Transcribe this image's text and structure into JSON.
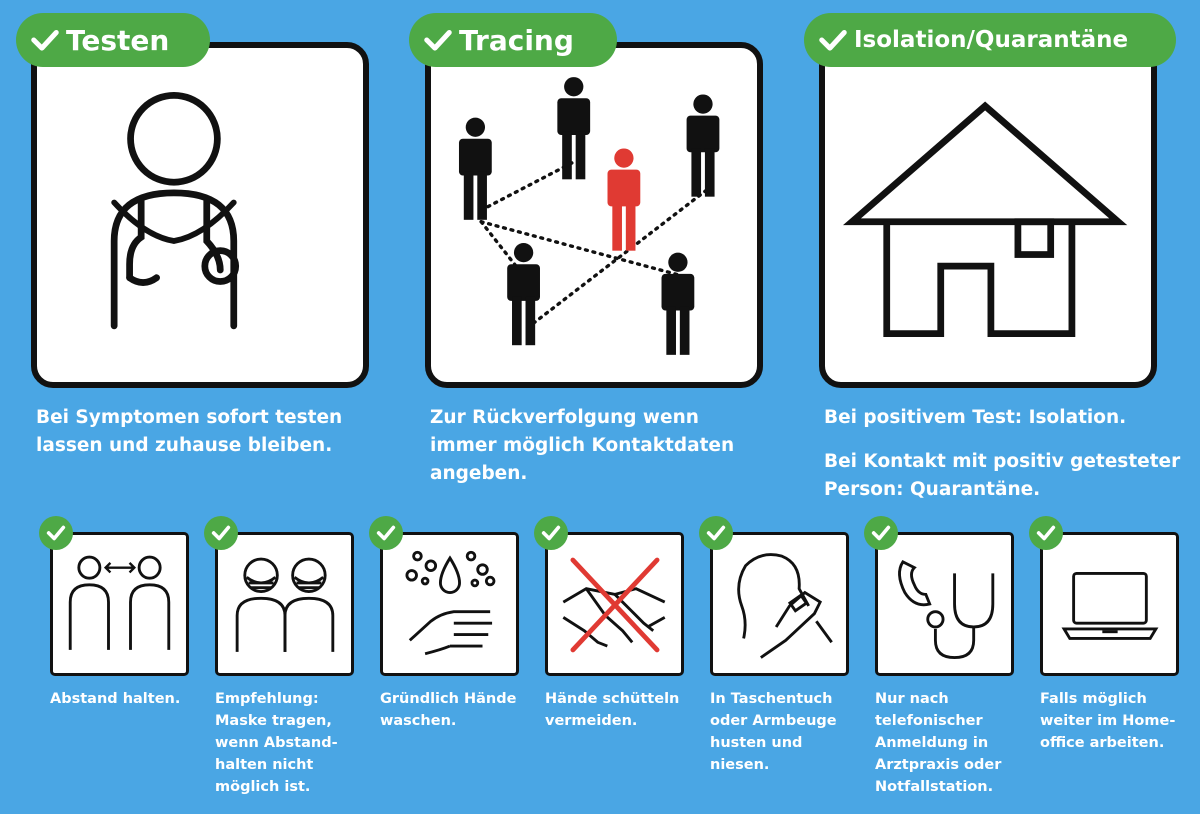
{
  "colors": {
    "background": "#4aa6e4",
    "accent_green": "#4ea946",
    "alert_red": "#e03a33",
    "ink": "#111111"
  },
  "sections": [
    {
      "title": "Testen",
      "icon": "doctor-stethoscope-icon",
      "description": [
        "Bei Symptomen sofort testen",
        "lassen und zuhause bleiben."
      ]
    },
    {
      "title": "Tracing",
      "icon": "contact-tracing-network-icon",
      "description": [
        "Zur Rückverfolgung wenn",
        "immer möglich Kontaktdaten",
        "angeben."
      ]
    },
    {
      "title": "Isolation/Quarantäne",
      "icon": "house-icon",
      "description": [
        "Bei positivem Test: Isolation."
      ],
      "description2": [
        "Bei Kontakt mit positiv getesteter",
        "Person: Quarantäne."
      ]
    }
  ],
  "measures": [
    {
      "icon": "distance-people-icon",
      "caption": [
        "Abstand halten."
      ]
    },
    {
      "icon": "mask-people-icon",
      "caption": [
        "Empfehlung:",
        "Maske tragen,",
        "wenn Abstand-",
        "halten nicht",
        "möglich ist."
      ]
    },
    {
      "icon": "hand-washing-icon",
      "caption": [
        "Gründlich Hände",
        "waschen."
      ]
    },
    {
      "icon": "no-handshake-icon",
      "caption": [
        "Hände schütteln",
        "vermeiden."
      ]
    },
    {
      "icon": "cough-elbow-icon",
      "caption": [
        "In Taschentuch",
        "oder Armbeuge",
        "husten und",
        "niesen."
      ]
    },
    {
      "icon": "phone-stethoscope-icon",
      "caption": [
        "Nur nach",
        "telefonischer",
        "Anmeldung in",
        "Arztpraxis oder",
        "Notfallstation."
      ]
    },
    {
      "icon": "laptop-icon",
      "caption": [
        "Falls möglich",
        "weiter im Home-",
        "office arbeiten."
      ]
    }
  ]
}
